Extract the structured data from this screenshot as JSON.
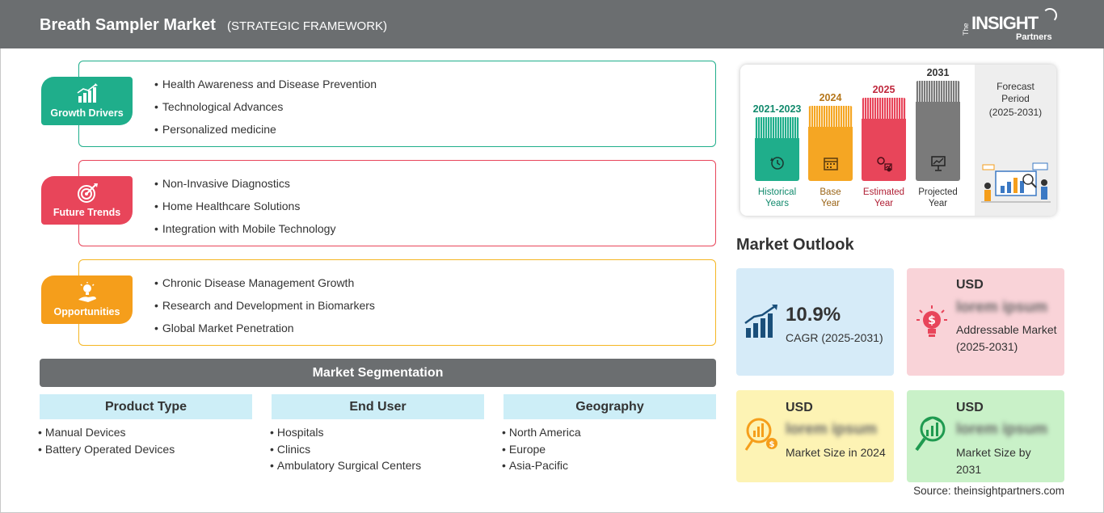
{
  "header": {
    "title": "Breath Sampler Market",
    "subtitle": "(STRATEGIC FRAMEWORK)",
    "logo": {
      "the": "The",
      "insight": "INSIGHT",
      "partners": "Partners"
    }
  },
  "categories": [
    {
      "label": "Growth Drivers",
      "icon": "growth-chart-icon",
      "color": "#1fae8b",
      "items": [
        "Health Awareness and Disease Prevention",
        "Technological Advances",
        "Personalized medicine"
      ]
    },
    {
      "label": "Future Trends",
      "icon": "target-icon",
      "color": "#e8455a",
      "items": [
        "Non-Invasive Diagnostics",
        "Home Healthcare Solutions",
        "Integration with Mobile Technology"
      ]
    },
    {
      "label": "Opportunities",
      "icon": "lightbulb-hand-icon",
      "color": "#f59e1b",
      "items": [
        "Chronic Disease Management Growth",
        "Research and Development in Biomarkers",
        "Global Market Penetration"
      ]
    }
  ],
  "segmentation": {
    "title": "Market Segmentation",
    "columns": [
      {
        "header": "Product Type",
        "items": [
          "Manual Devices",
          "Battery Operated Devices"
        ]
      },
      {
        "header": "End User",
        "items": [
          "Hospitals",
          "Clinics",
          "Ambulatory Surgical Centers"
        ]
      },
      {
        "header": "Geography",
        "items": [
          "North America",
          "Europe",
          "Asia-Pacific"
        ]
      }
    ]
  },
  "timeline": {
    "bars": [
      {
        "year": "2021-2023",
        "label_line1": "Historical",
        "label_line2": "Years",
        "color": "#1fae8b",
        "year_color": "#128a6d",
        "label_color": "#128a6d",
        "icon": "history-clock-icon"
      },
      {
        "year": "2024",
        "label_line1": "Base",
        "label_line2": "Year",
        "color": "#f5a623",
        "year_color": "#b5761a",
        "label_color": "#9a6416",
        "icon": "calendar-icon"
      },
      {
        "year": "2025",
        "label_line1": "Estimated",
        "label_line2": "Year",
        "color": "#e8455a",
        "year_color": "#c0283d",
        "label_color": "#b01f34",
        "icon": "gears-chart-icon"
      },
      {
        "year": "2031",
        "label_line1": "Projected",
        "label_line2": "Year",
        "color": "#7a7a7a",
        "year_color": "#333333",
        "label_color": "#333333",
        "icon": "presentation-icon"
      }
    ],
    "forecast_line1": "Forecast",
    "forecast_line2": "Period",
    "forecast_line3": "(2025-2031)"
  },
  "outlook": {
    "title": "Market Outlook",
    "cagr": {
      "value": "10.9%",
      "label": "CAGR (2025-2031)",
      "color": "#d6ebf8",
      "icon": "rising-bars-icon"
    },
    "addressable": {
      "usd": "USD",
      "value": "lorem ipsum",
      "label": "Addressable Market (2025-2031)",
      "color": "#f9d3d8",
      "icon": "dollar-bulb-icon"
    },
    "size2024": {
      "usd": "USD",
      "value": "lorem ipsum",
      "label": "Market Size in 2024",
      "color": "#fdf3b4",
      "icon": "money-chart-icon"
    },
    "size2031": {
      "usd": "USD",
      "value": "lorem ipsum",
      "label": "Market Size by 2031",
      "color": "#c9f1c8",
      "icon": "growth-magnifier-icon"
    }
  },
  "source": "Source: theinsightpartners.com"
}
